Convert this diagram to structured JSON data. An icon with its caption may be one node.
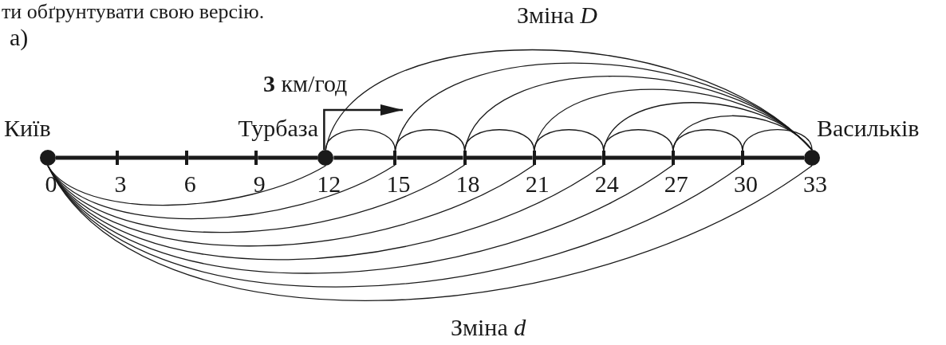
{
  "diagram": {
    "nodes": [
      {
        "text": [],
        "shape": "circle",
        "beside": [
          "Київ",
          "0"
        ]
      },
      {
        "text": [],
        "shape": "bar",
        "beside": [
          "3"
        ]
      },
      {
        "text": [],
        "shape": "bar",
        "beside": [
          "6"
        ]
      },
      {
        "text": [],
        "shape": "bar",
        "beside": [
          "9"
        ]
      },
      {
        "text": [],
        "shape": "circle",
        "beside": [
          "Турбаза",
          "12"
        ]
      },
      {
        "text": [],
        "shape": "bar",
        "beside": [
          "15"
        ]
      },
      {
        "text": [],
        "shape": "bar",
        "beside": [
          "18"
        ]
      },
      {
        "text": [],
        "shape": "bar",
        "beside": [
          "21"
        ]
      },
      {
        "text": [],
        "shape": "bar",
        "beside": [
          "24"
        ]
      },
      {
        "text": [],
        "shape": "bar",
        "beside": [
          "27"
        ]
      },
      {
        "text": [],
        "shape": "bar",
        "beside": [
          "30"
        ]
      },
      {
        "text": [],
        "shape": "circle",
        "beside": [
          "Васильків",
          "33"
        ]
      }
    ],
    "edges": [
      {
        "from": 0,
        "to": 4,
        "arrow": "none"
      },
      {
        "from": 0,
        "to": 5,
        "arrow": "none"
      },
      {
        "from": 0,
        "to": 6,
        "arrow": "none"
      },
      {
        "from": 0,
        "to": 7,
        "arrow": "none"
      },
      {
        "from": 0,
        "to": 8,
        "arrow": "none"
      },
      {
        "from": 0,
        "to": 9,
        "arrow": "none"
      },
      {
        "from": 0,
        "to": 10,
        "arrow": "none"
      },
      {
        "from": 0,
        "to": 11,
        "arrow": "none"
      },
      {
        "from": 4,
        "to": 11,
        "arrow": "none"
      },
      {
        "from": 5,
        "to": 11,
        "arrow": "none"
      },
      {
        "from": 6,
        "to": 11,
        "arrow": "none"
      },
      {
        "from": 7,
        "to": 11,
        "arrow": "none"
      },
      {
        "from": 8,
        "to": 11,
        "arrow": "none"
      },
      {
        "from": 9,
        "to": 11,
        "arrow": "none"
      },
      {
        "from": 4,
        "to": 5,
        "arrow": "none"
      },
      {
        "from": 5,
        "to": 6,
        "arrow": "none"
      },
      {
        "from": 6,
        "to": 7,
        "arrow": "none"
      },
      {
        "from": 7,
        "to": 8,
        "arrow": "none"
      },
      {
        "from": 8,
        "to": 9,
        "arrow": "none"
      },
      {
        "from": 9,
        "to": 10,
        "arrow": "none"
      },
      {
        "from": 10,
        "to": 11,
        "arrow": "none"
      },
      {
        "from": 0,
        "to": 1,
        "arrow": "none",
        "style": "thick"
      },
      {
        "from": 1,
        "to": 2,
        "arrow": "none",
        "style": "thick"
      },
      {
        "from": 2,
        "to": 3,
        "arrow": "none",
        "style": "thick"
      },
      {
        "from": 3,
        "to": 4,
        "arrow": "none",
        "style": "thick"
      },
      {
        "from": 4,
        "to": 5,
        "arrow": "none",
        "style": "thick"
      },
      {
        "from": 5,
        "to": 6,
        "arrow": "none",
        "style": "thick"
      },
      {
        "from": 6,
        "to": 7,
        "arrow": "none",
        "style": "thick"
      },
      {
        "from": 7,
        "to": 8,
        "arrow": "none",
        "style": "thick"
      },
      {
        "from": 8,
        "to": 9,
        "arrow": "none",
        "style": "thick"
      },
      {
        "from": 9,
        "to": 10,
        "arrow": "none",
        "style": "thick"
      },
      {
        "from": 10,
        "to": 11,
        "arrow": "none",
        "style": "thick"
      }
    ],
    "labels": [
      "ти обґрунтувати свою версію.",
      "а)",
      "**3** км/год",
      "Зміна *D*",
      "Зміна *d*"
    ]
  }
}
